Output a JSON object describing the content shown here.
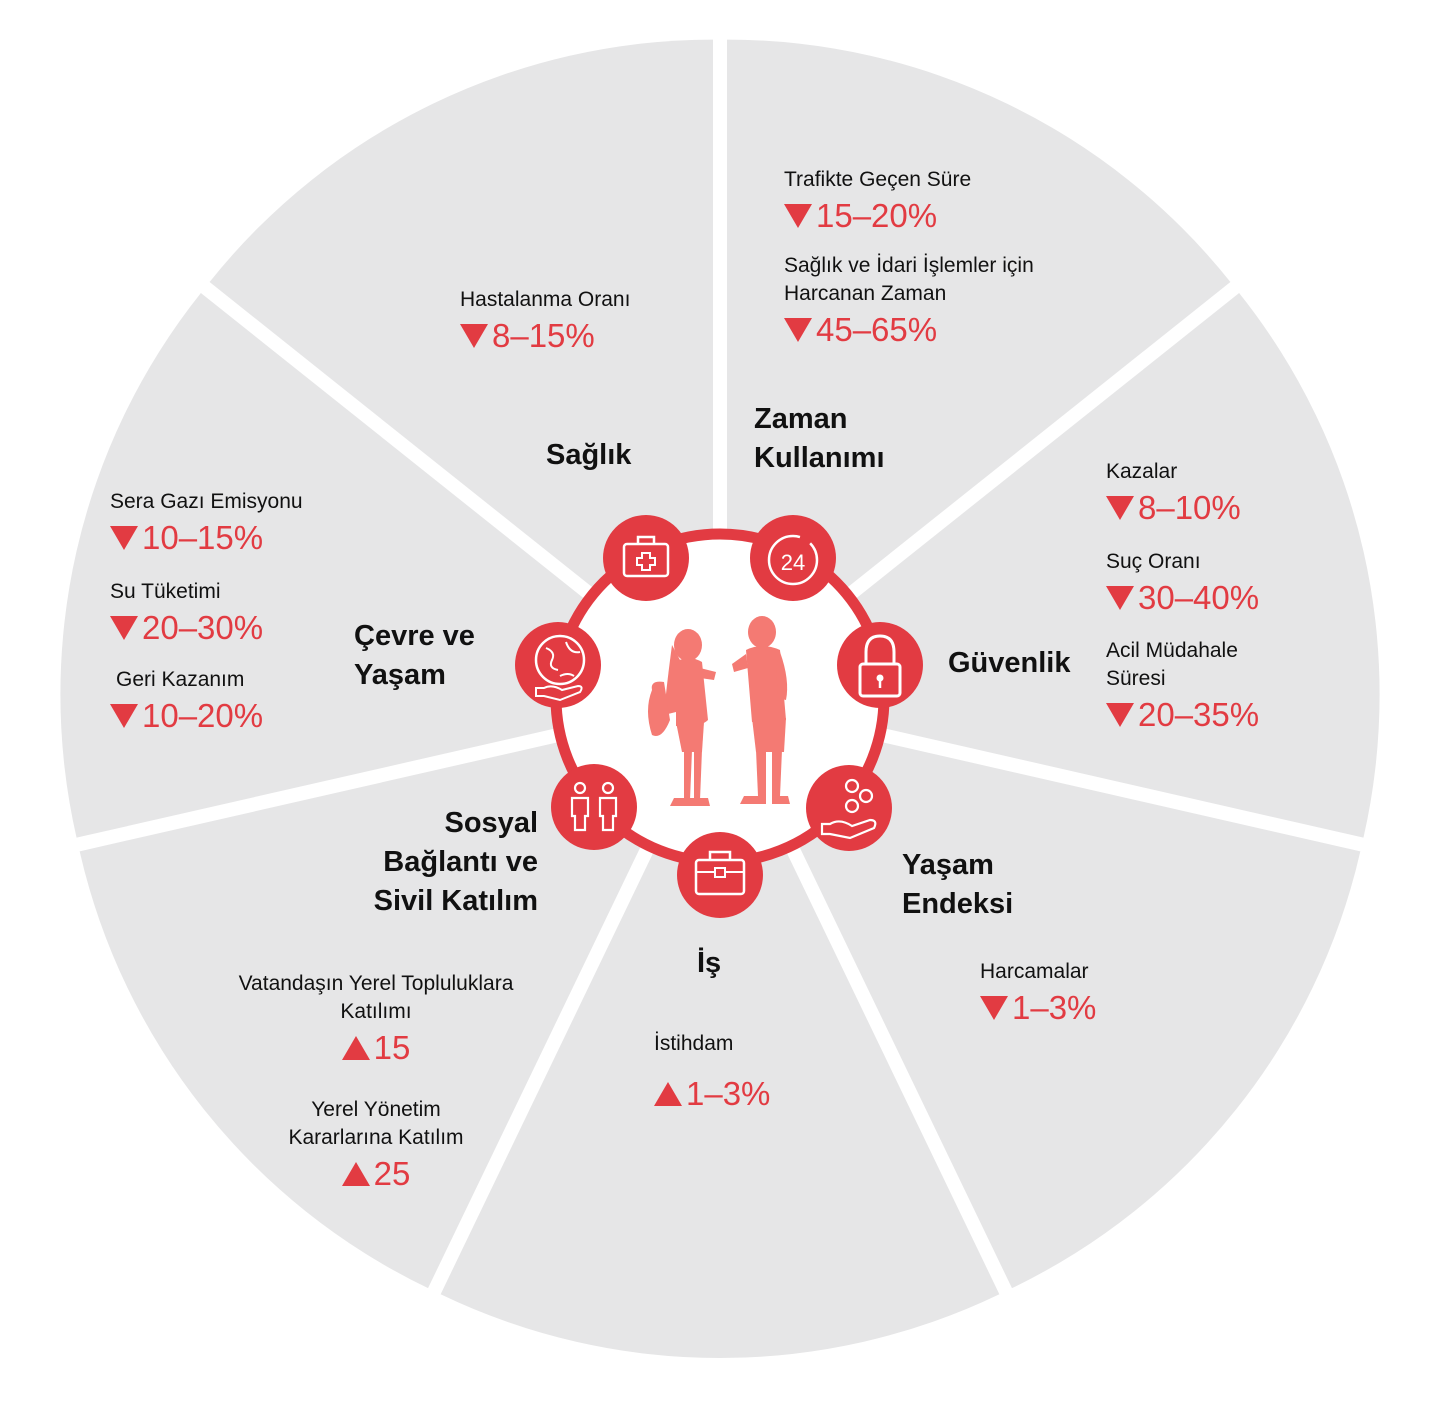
{
  "colors": {
    "segment_fill": "#e6e6e7",
    "accent": "#e23b42",
    "people_fill": "#f47a73"
  },
  "segments": [
    {
      "id": "saglik",
      "title": "Sağlık",
      "icon": "first-aid-kit-icon",
      "metrics": [
        {
          "label": "Hastalanma Oranı",
          "direction": "down",
          "value": "8–15%"
        }
      ]
    },
    {
      "id": "zaman",
      "title": "Zaman\nKullanımı",
      "icon": "clock-24-icon",
      "metrics": [
        {
          "label": "Trafikte Geçen Süre",
          "direction": "down",
          "value": "15–20%"
        },
        {
          "label": "Sağlık ve İdari İşlemler için\nHarcanan Zaman",
          "direction": "down",
          "value": "45–65%"
        }
      ]
    },
    {
      "id": "guvenlik",
      "title": "Güvenlik",
      "icon": "padlock-icon",
      "metrics": [
        {
          "label": "Kazalar",
          "direction": "down",
          "value": "8–10%"
        },
        {
          "label": "Suç Oranı",
          "direction": "down",
          "value": "30–40%"
        },
        {
          "label": "Acil Müdahale\nSüresi",
          "direction": "down",
          "value": "20–35%"
        }
      ]
    },
    {
      "id": "yasam-endeksi",
      "title": "Yaşam\nEndeksi",
      "icon": "hand-coins-icon",
      "metrics": [
        {
          "label": "Harcamalar",
          "direction": "down",
          "value": "1–3%"
        }
      ]
    },
    {
      "id": "is",
      "title": "İş",
      "icon": "briefcase-icon",
      "metrics": [
        {
          "label": "İstihdam",
          "direction": "up",
          "value": "1–3%"
        }
      ]
    },
    {
      "id": "sosyal",
      "title": "Sosyal\nBağlantı ve\nSivil Katılım",
      "icon": "two-people-icon",
      "metrics": [
        {
          "label": "Vatandaşın Yerel Topluluklara\nKatılımı",
          "direction": "up",
          "value": "15"
        },
        {
          "label": "Yerel Yönetim\nKararlarına Katılım",
          "direction": "up",
          "value": "25"
        }
      ]
    },
    {
      "id": "cevre",
      "title": "Çevre ve\nYaşam",
      "icon": "globe-hand-icon",
      "metrics": [
        {
          "label": "Sera Gazı Emisyonu",
          "direction": "down",
          "value": "10–15%"
        },
        {
          "label": "Su Tüketimi",
          "direction": "down",
          "value": "20–30%"
        },
        {
          "label": "Geri Kazanım",
          "direction": "down",
          "value": "10–20%"
        }
      ]
    }
  ]
}
